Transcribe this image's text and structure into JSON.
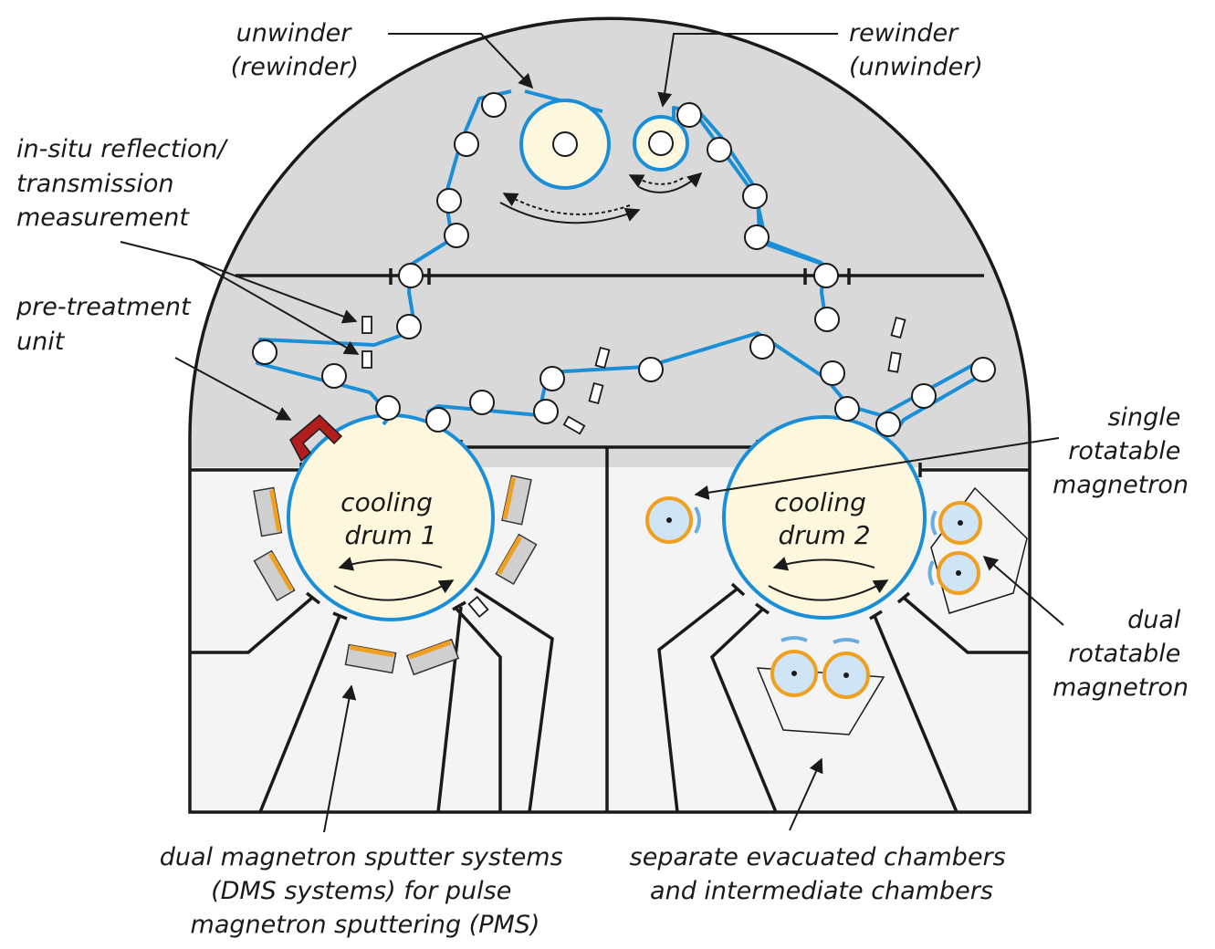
{
  "labels": {
    "unwinder": [
      "unwinder",
      "(rewinder)"
    ],
    "rewinder": [
      "rewinder",
      "(unwinder)"
    ],
    "insitu": [
      "in-situ reflection/",
      "transmission",
      "measurement"
    ],
    "pretreatment": [
      "pre-treatment",
      "unit"
    ],
    "single_magnetron": [
      "single",
      "rotatable",
      "magnetron"
    ],
    "dual_magnetron": [
      "dual",
      "rotatable",
      "magnetron"
    ],
    "dms": [
      "dual magnetron sputter systems",
      "(DMS systems) for pulse",
      "magnetron sputtering (PMS)"
    ],
    "chambers": [
      "separate evacuated chambers",
      "and intermediate chambers"
    ]
  },
  "drums": [
    {
      "line1": "cooling",
      "line2": "drum 1"
    },
    {
      "line1": "cooling",
      "line2": "drum 2"
    }
  ],
  "colors": {
    "upper_chamber": "#d9d9d9",
    "lower_chamber": "#f4f4f4",
    "web": "#1a8fd8",
    "drum_fill": "#fdf8dd",
    "magnetron_orange": "#f0a020",
    "pretreatment_red": "#b01e1e"
  }
}
